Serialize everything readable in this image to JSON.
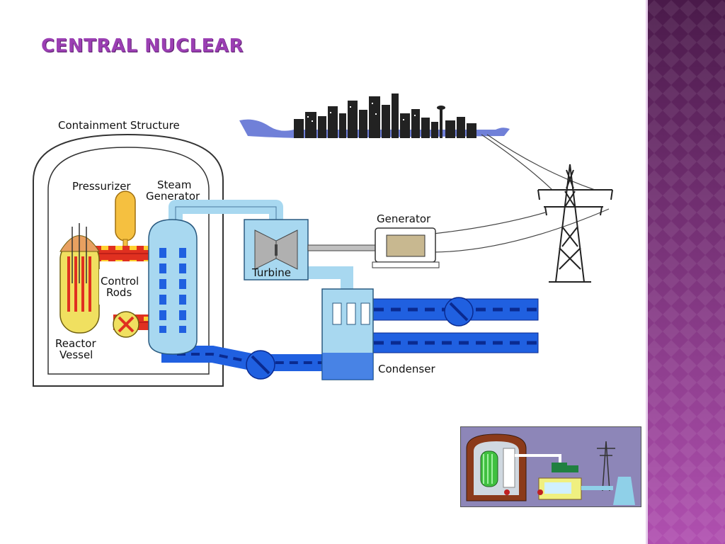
{
  "slide": {
    "title": "CENTRAL NUCLEAR"
  },
  "diagram": {
    "labels": {
      "containment_structure": "Containment Structure",
      "pressurizer": "Pressurizer",
      "steam_generator_line1": "Steam",
      "steam_generator_line2": "Generator",
      "control_rods_line1": "Control",
      "control_rods_line2": "Rods",
      "reactor_vessel_line1": "Reactor",
      "reactor_vessel_line2": "Vessel",
      "turbine": "Turbine",
      "generator": "Generator",
      "condenser": "Condenser"
    }
  },
  "colors": {
    "title": "#9b3fb3",
    "side_band_top": "#4a1a4a",
    "side_band_bottom": "#b050b0",
    "primary_loop_hot": "#e03020",
    "primary_loop_dash": "#ffd030",
    "secondary_steam": "#a8d8f0",
    "cooling_water": "#2060e0",
    "reactor_fill": "#f0e060"
  },
  "icons": {
    "skyline": "city-skyline-icon",
    "tower": "transmission-tower-icon",
    "pumps": "pump-icon"
  }
}
